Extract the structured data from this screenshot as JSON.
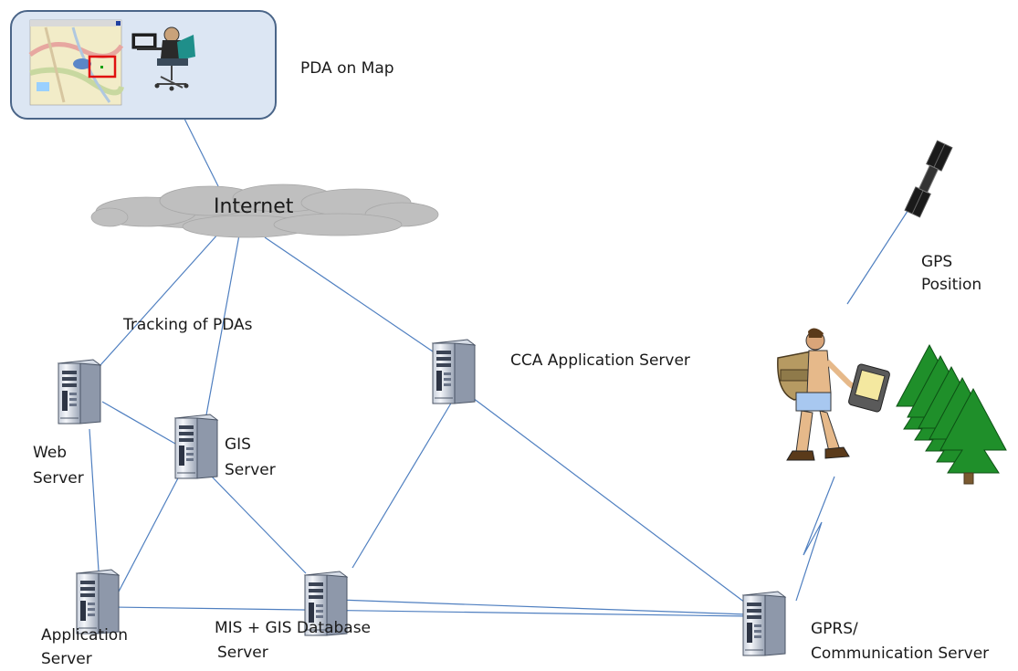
{
  "labels": {
    "pda_on_map": "PDA on Map",
    "internet": "Internet",
    "gps_line1": "GPS",
    "gps_line2": "Position",
    "tracking": "Tracking of PDAs",
    "cca": "CCA Application Server",
    "web_line1": "Web",
    "web_line2": "Server",
    "gis_line1": "GIS",
    "gis_line2": "Server",
    "app_line1": "Application",
    "app_line2": "Server",
    "db_line1": "MIS + GIS Database",
    "db_line2": "Server",
    "gprs_line1": "GPRS/",
    "gprs_line2": "Communication Server"
  },
  "colors": {
    "link_line": "#4f7fc0",
    "panel_fill": "#dce6f3",
    "panel_border": "#4a6588",
    "cloud_fill": "#bfbfbf",
    "server_body": "#e8ecf3",
    "tree_green": "#1f8f2a",
    "highlight_red": "#e01010"
  },
  "icons": [
    "pda-map-thumbnail",
    "desk-user-icon",
    "cloud-icon",
    "satellite-icon",
    "server-icon",
    "hiker-icon",
    "tree-icon",
    "wireless-link-icon"
  ]
}
